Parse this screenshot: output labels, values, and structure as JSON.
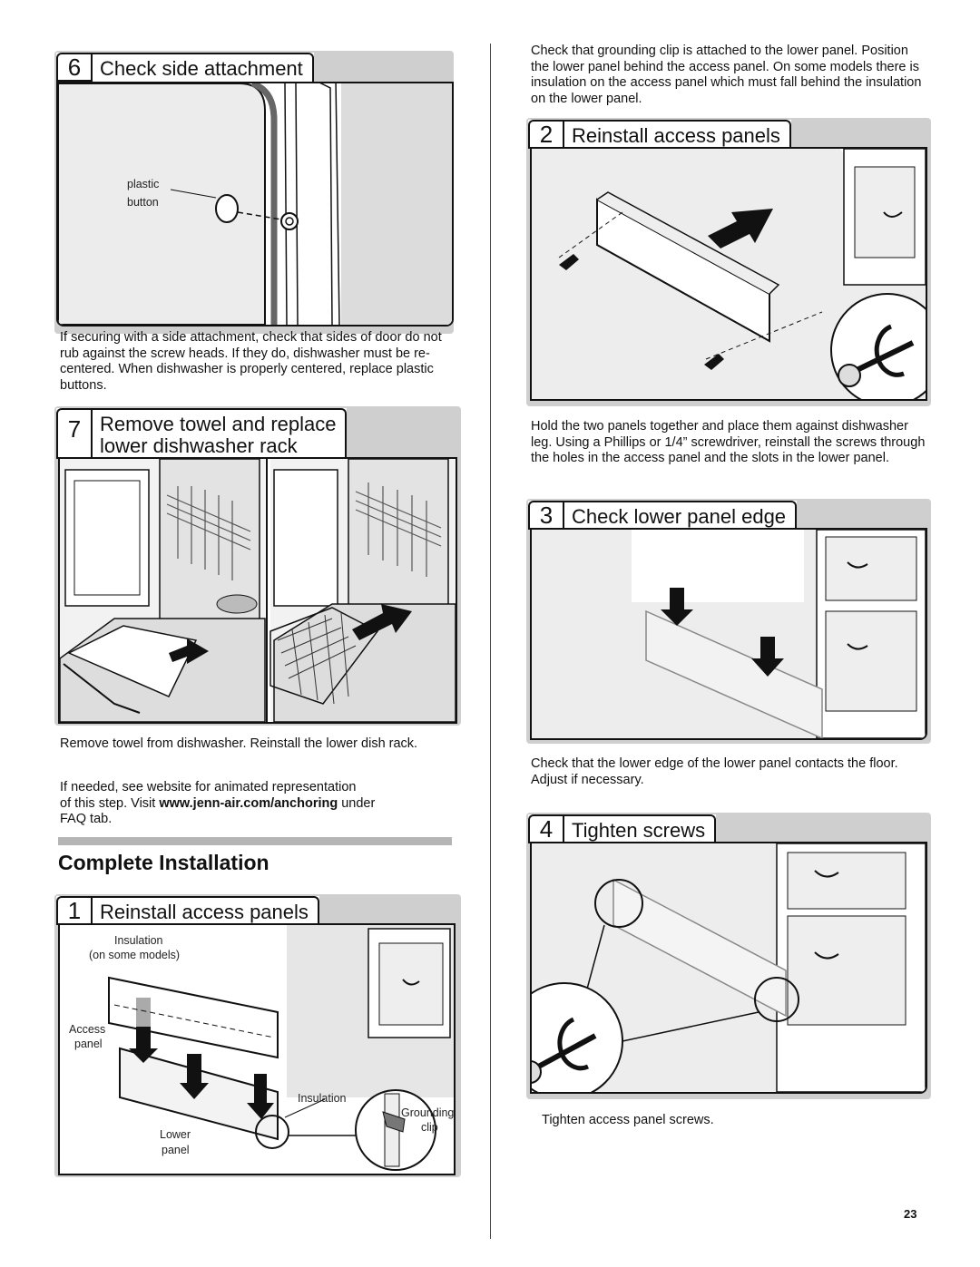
{
  "left": {
    "step6": {
      "number": "6",
      "title": "Check side attachment",
      "label_plastic": "plastic",
      "label_button": "button",
      "body": "If securing with a side attachment, check that sides of door do not rub against the screw heads. If they do, dishwasher must be re-centered. When dishwasher is properly centered, replace plastic buttons."
    },
    "step7": {
      "number": "7",
      "title_line1": "Remove towel and replace",
      "title_line2": "lower dishwasher rack",
      "body": "Remove towel from dishwasher. Reinstall the lower dish rack.",
      "note_line1": "If needed, see website for animated representation",
      "note_prefix": "of this step. Visit ",
      "note_link": "www.jenn-air.com/anchoring",
      "note_suffix": " under",
      "note_line3": "FAQ tab."
    },
    "section_title": "Complete Installation",
    "step1": {
      "number": "1",
      "title": "Reinstall access panels",
      "label_insulation_top": "Insulation",
      "label_some_models": "(on some models)",
      "label_access": "Access",
      "label_panel": "panel",
      "label_insulation": "Insulation",
      "label_lower": "Lower",
      "label_lower_panel": "panel",
      "label_grounding": "Grounding",
      "label_clip": "clip"
    }
  },
  "right": {
    "intro": "Check that grounding clip is attached to the lower panel. Position the lower panel behind the access panel. On some models there is insulation on the access panel which must fall behind the insulation on the lower panel.",
    "step2": {
      "number": "2",
      "title": "Reinstall access panels",
      "body": "Hold the two panels together and place them against dishwasher leg. Using a Phillips or 1/4” screwdriver, reinstall the screws through the holes in the access panel and the slots in the lower panel."
    },
    "step3": {
      "number": "3",
      "title": "Check lower panel edge",
      "body": "Check that the lower edge of the lower panel contacts the floor. Adjust if necessary."
    },
    "step4": {
      "number": "4",
      "title": "Tighten screws",
      "body": "Tighten access panel screws."
    }
  },
  "page_number": "23"
}
